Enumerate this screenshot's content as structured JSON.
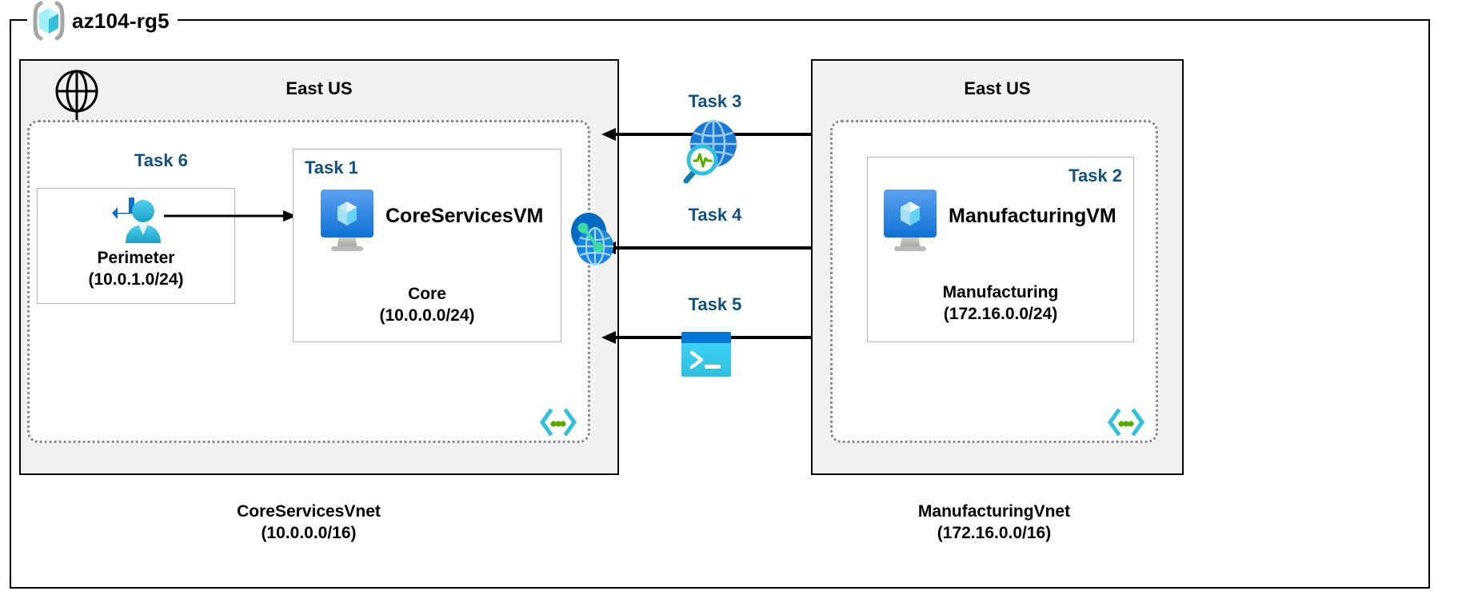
{
  "resource_group": {
    "name": "az104-rg5",
    "icon": "resource-group-cube-icon"
  },
  "regions": [
    {
      "id": "left",
      "title": "East US"
    },
    {
      "id": "right",
      "title": "East US"
    }
  ],
  "vnets": [
    {
      "id": "core",
      "name": "CoreServicesVnet",
      "cidr": "(10.0.0.0/16)",
      "caption": "CoreServicesVnet\n(10.0.0.0/16)",
      "corner_icon": "vnet-brackets-icon"
    },
    {
      "id": "manufacturing",
      "name": "ManufacturingVnet",
      "cidr": "(172.16.0.0/16)",
      "caption": "ManufacturingVnet\n(172.16.0.0/16)",
      "corner_icon": "vnet-brackets-icon"
    }
  ],
  "subnets": [
    {
      "id": "perimeter",
      "task": "Task 6",
      "name": "Perimeter",
      "cidr": "(10.0.1.0/24)",
      "caption": "Perimeter\n(10.0.1.0/24)",
      "icon": "bastion-user-icon"
    },
    {
      "id": "core",
      "task": "Task 1",
      "name": "Core",
      "cidr": "(10.0.0.0/24)",
      "caption": "Core\n(10.0.0.0/24)",
      "vm_name": "CoreServicesVM",
      "icon": "virtual-machine-icon"
    },
    {
      "id": "manufacturing",
      "task": "Task 2",
      "name": "Manufacturing",
      "cidr": "(172.16.0.0/24)",
      "caption": "Manufacturing\n(172.16.0.0/24)",
      "vm_name": "ManufacturingVM",
      "icon": "virtual-machine-icon"
    }
  ],
  "connections": [
    {
      "id": "task3",
      "label": "Task 3",
      "icon": "network-watcher-globe-icon"
    },
    {
      "id": "task4",
      "label": "Task 4",
      "icon": "vnet-peering-icon"
    },
    {
      "id": "task5",
      "label": "Task 5",
      "icon": "cloud-shell-terminal-icon"
    }
  ],
  "peering_endpoints": [
    {
      "id": "left-peering",
      "icon": "vnet-peering-icon"
    },
    {
      "id": "right-peering",
      "icon": "vnet-peering-icon"
    }
  ],
  "internet": {
    "icon": "internet-globe-icon"
  },
  "colors": {
    "task_blue": "#14507c",
    "azure_blue": "#0078d4",
    "cyan": "#32bedd",
    "region_fill": "#f1f1f1",
    "vnet_border": "#8a8a8a",
    "subnet_border": "#b3b3b3",
    "peering_dark": "#0069c0",
    "green_dot": "#3fd9a6",
    "outline_black": "#000000"
  }
}
